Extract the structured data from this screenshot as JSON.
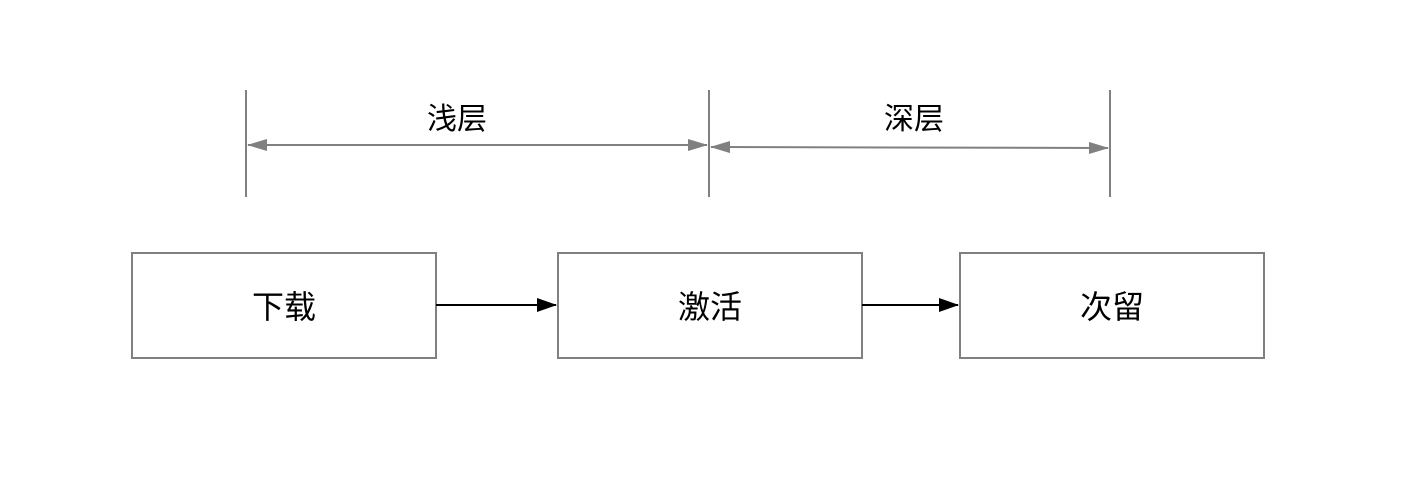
{
  "layers": [
    {
      "label": "浅层"
    },
    {
      "label": "深层"
    }
  ],
  "steps": [
    {
      "label": "下载"
    },
    {
      "label": "激活"
    },
    {
      "label": "次留"
    }
  ],
  "colors": {
    "dimension_line": "#808080",
    "box_border": "#808080",
    "flow_arrow": "#000000",
    "text": "#000000"
  }
}
